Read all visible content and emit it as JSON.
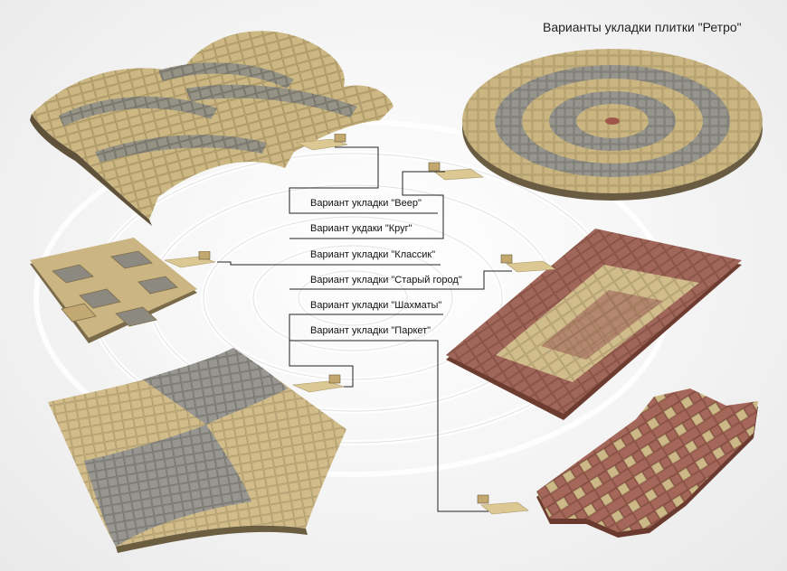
{
  "title": "Варианты укладки плитки \"Ретро\"",
  "labels": {
    "veer": "Вариант укладки \"Веер\"",
    "krug": "Вариант укдаки \"Круг\"",
    "klassik": "Вариант укладки \"Классик\"",
    "stary_gorod": "Вариант укладки \"Старый город\"",
    "shakhmaty": "Вариант укладки \"Шахматы\"",
    "parket": "Вариант укладки \"Паркет\""
  },
  "colors": {
    "sand": "#c8b17a",
    "sand_dark": "#a8915c",
    "grey": "#8b8a82",
    "terracotta": "#9a5f4e",
    "line": "#222222"
  }
}
